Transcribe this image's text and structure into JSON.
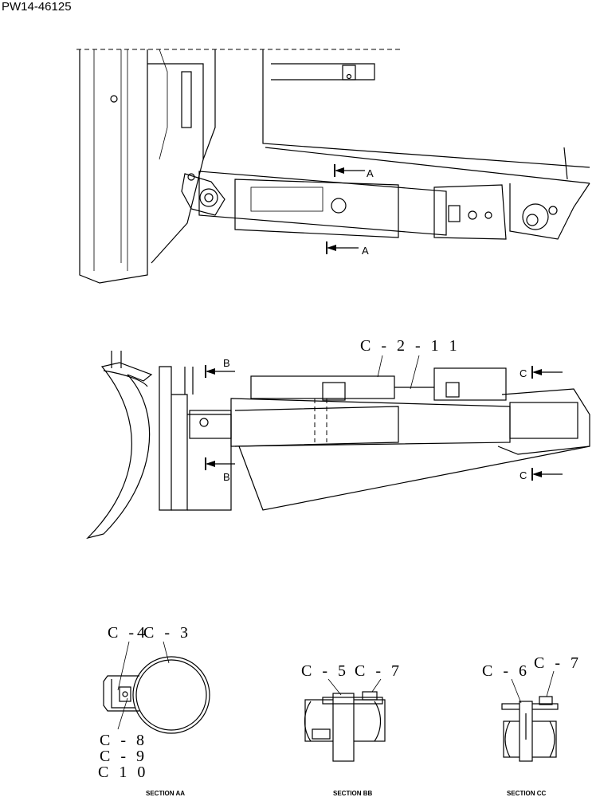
{
  "document_id": "PW14-46125",
  "section_markers": {
    "a_top": "A",
    "a_bottom": "A",
    "b_top": "B",
    "b_bottom": "B",
    "c_top": "C",
    "c_bottom": "C"
  },
  "callouts": {
    "c_2_11": "C - 2 - 1 1",
    "c_4": "C -4",
    "c_3": "C - 3",
    "c_8": "C - 8",
    "c_9": "C - 9",
    "c_10": "C 1 0",
    "c_5": "C - 5",
    "c_7_bb": "C - 7",
    "c_6": "C - 6",
    "c_7_cc": "C - 7"
  },
  "section_titles": {
    "aa": "SECTION AA",
    "bb": "SECTION BB",
    "cc": "SECTION CC"
  }
}
